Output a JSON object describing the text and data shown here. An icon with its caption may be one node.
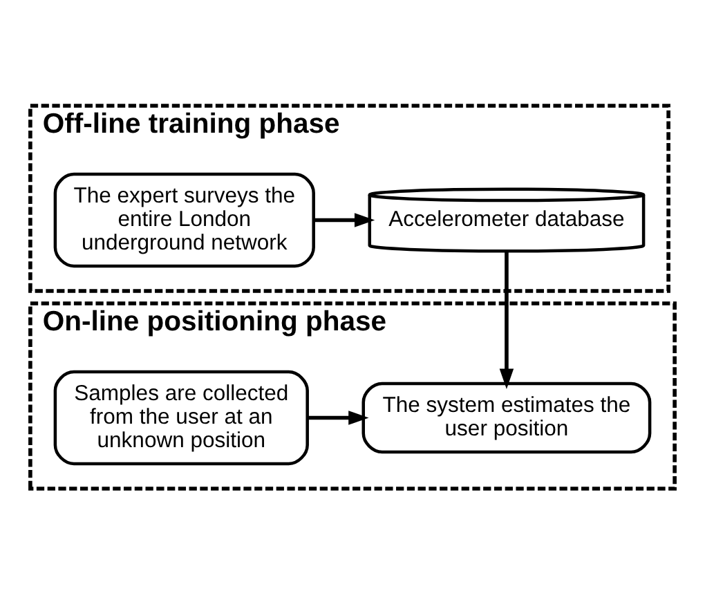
{
  "diagram": {
    "nodes": [
      {
        "text": [
          "Off-line training phase"
        ]
      },
      {
        "text": [
          "The expert surveys the entire London underground network"
        ],
        "in": 0
      },
      {
        "text": [
          "Accelerometer database"
        ],
        "in": 0
      },
      {
        "text": [
          "On-line positioning phase"
        ]
      },
      {
        "text": [
          "Samples are collected from the user at an unknown position"
        ],
        "in": 3
      },
      {
        "text": [
          "The system estimates the user position"
        ],
        "in": 3
      }
    ],
    "edges": [
      {
        "from": 1,
        "to": 2,
        "arrow": "to"
      },
      {
        "from": 2,
        "to": 5,
        "arrow": "to"
      },
      {
        "from": 4,
        "to": 5,
        "arrow": "to"
      }
    ]
  }
}
